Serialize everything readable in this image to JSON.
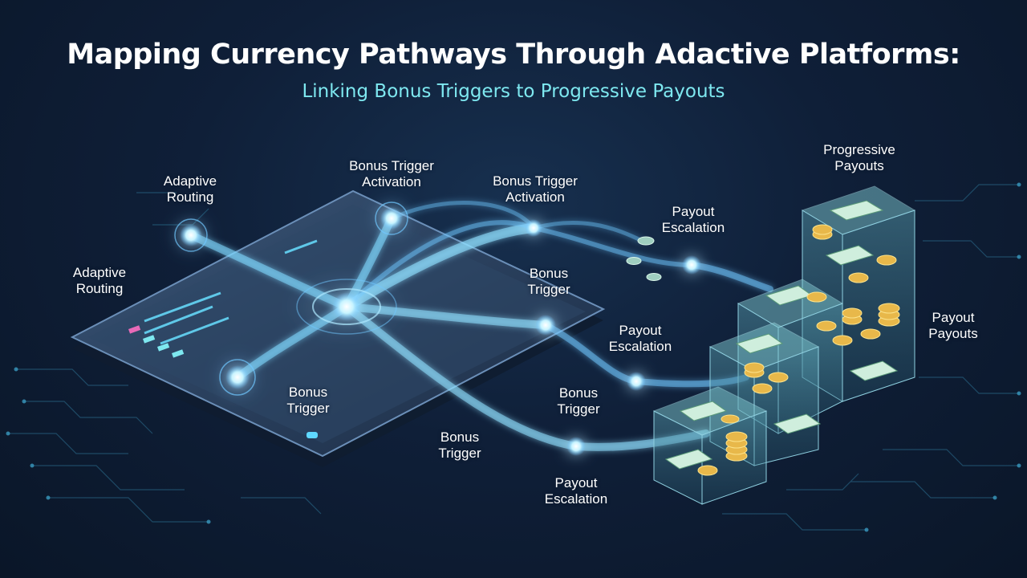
{
  "header": {
    "title": "Mapping Currency Pathways Through Adactive Platforms:",
    "subtitle": "Linking Bonus Triggers to Progressive Payouts"
  },
  "labels": {
    "adaptive_routing_top": [
      "Adaptive",
      "Routing"
    ],
    "adaptive_routing_left": [
      "Adaptive",
      "Routing"
    ],
    "bonus_trigger_activation_1": [
      "Bonus Trigger",
      "Activation"
    ],
    "bonus_trigger_activation_2": [
      "Bonus Trigger",
      "Activation"
    ],
    "payout_escalation_top": [
      "Payout",
      "Escalation"
    ],
    "bonus_trigger_right": [
      "Bonus",
      "Trigger"
    ],
    "bonus_trigger_platform": [
      "Bonus",
      "Trigger"
    ],
    "payout_escalation_mid": [
      "Payout",
      "Escalation"
    ],
    "bonus_trigger_mid": [
      "Bonus",
      "Trigger"
    ],
    "bonus_trigger_low": [
      "Bonus",
      "Trigger"
    ],
    "payout_escalation_bottom": [
      "Payout",
      "Escalation"
    ],
    "progressive_payouts": [
      "Progressive",
      "Payouts"
    ],
    "payout_payouts": [
      "Payout",
      "Payouts"
    ]
  },
  "colors": {
    "background": "#0f1f38",
    "accent_cyan": "#7ee8f0",
    "stream_glow": "#5fc8ff",
    "platform": "#2a3f5c",
    "coin_gold": "#e8b84a",
    "cash_green": "#9fd6b0"
  }
}
